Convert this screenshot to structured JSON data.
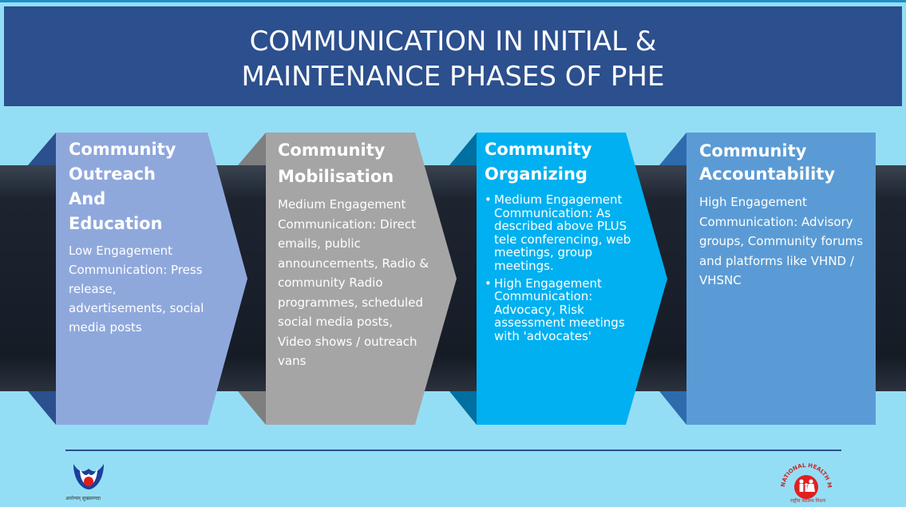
{
  "title_line1": "COMMUNICATION IN INITIAL &",
  "title_line2": "MAINTENANCE PHASES OF PHE",
  "colors": {
    "header": "#2c4f8d",
    "background": "#94def5",
    "band": "#1e2632",
    "stage1": "#8fa8dc",
    "stage2": "#a5a5a5",
    "stage3": "#00b0f0",
    "stage4": "#5b9bd5"
  },
  "stages": [
    {
      "title_lines": [
        "Community",
        "Outreach",
        "And",
        "Education"
      ],
      "body": "Low Engagement Communication: Press release, advertisements, social media posts"
    },
    {
      "title_lines": [
        "Community",
        "Mobilisation"
      ],
      "body": "Medium Engagement Communication: Direct emails, public announcements, Radio & community Radio programmes, scheduled social media posts, Video shows / outreach vans"
    },
    {
      "title_lines": [
        "Community",
        "Organizing"
      ],
      "bullets": [
        "Medium Engagement Communication: As described above PLUS tele conferencing, web meetings, group meetings.",
        "High Engagement Communication: Advocacy, Risk assessment meetings with 'advocates'"
      ]
    },
    {
      "title_lines": [
        "Community",
        "Accountability"
      ],
      "body": "High Engagement Communication: Advisory groups, Community forums and platforms like VHND / VHSNC"
    }
  ],
  "footer": {
    "left_logo_caption": "आरोग्यम् सुखसम्पदा",
    "right_logo_text": "NATIONAL HEALTH MISSION",
    "right_logo_caption": "राष्ट्रीय स्वास्थ्य मिशन"
  }
}
